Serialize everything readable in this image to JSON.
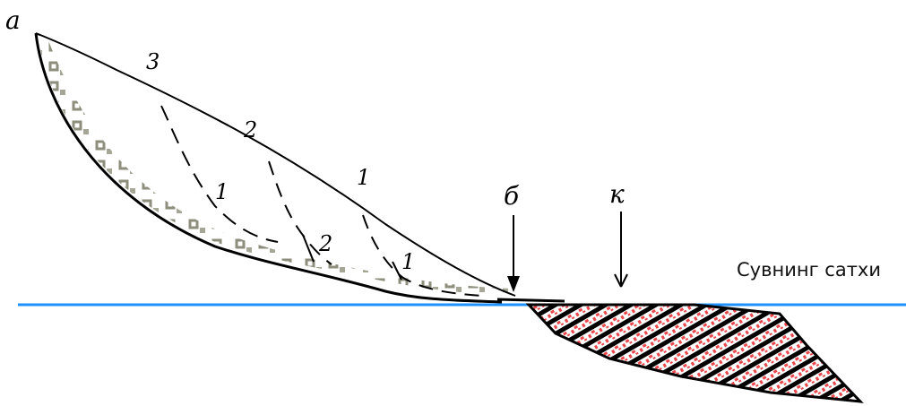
{
  "labels": {
    "top_left": "a",
    "curve_3": "3",
    "curve_2_upper": "2",
    "curve_1_upper": "1",
    "inner_1": "1",
    "inner_2": "2",
    "inner_1_low": "1",
    "arrow_b": "б",
    "arrow_k": "к",
    "water_surface": "Сувнинг сатхи"
  },
  "colors": {
    "water_line": "#1e90ff",
    "outline": "#000000",
    "gravel": "#9a9a8a",
    "sediment_red": "#e8474b",
    "sediment_dark": "#000000"
  }
}
